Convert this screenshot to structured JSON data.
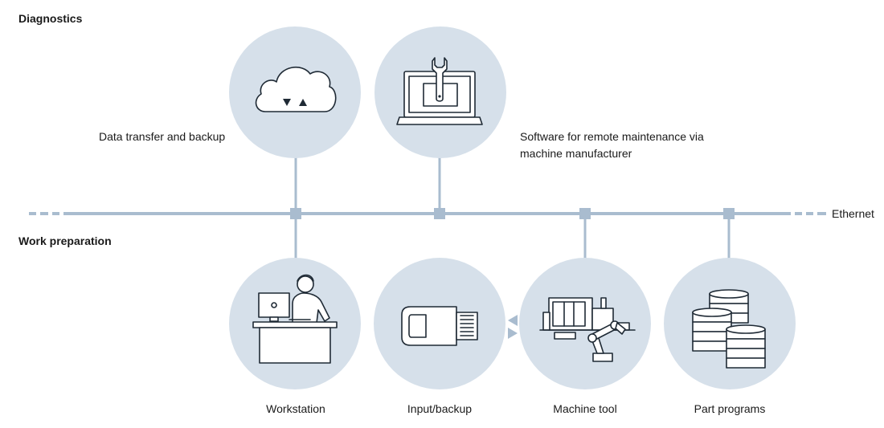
{
  "sections": {
    "diagnostics": "Diagnostics",
    "work_preparation": "Work preparation"
  },
  "network": {
    "label": "Ethernet"
  },
  "diagnostics_items": [
    {
      "label": "Data transfer and backup",
      "icon": "cloud-upload-download-icon"
    },
    {
      "label_line1": "Software for remote maintenance via",
      "label_line2": "machine manufacturer",
      "icon": "laptop-wrench-icon"
    }
  ],
  "work_items": [
    {
      "label": "Workstation",
      "icon": "person-at-desk-icon"
    },
    {
      "label": "Input/backup",
      "icon": "usb-stick-icon"
    },
    {
      "label": "Machine tool",
      "icon": "cnc-machine-robot-icon"
    },
    {
      "label": "Part programs",
      "icon": "database-stacks-icon"
    }
  ],
  "colors": {
    "circle": "#d6e0ea",
    "bus": "#a9bccf",
    "icon_stroke": "#1f2a35"
  }
}
